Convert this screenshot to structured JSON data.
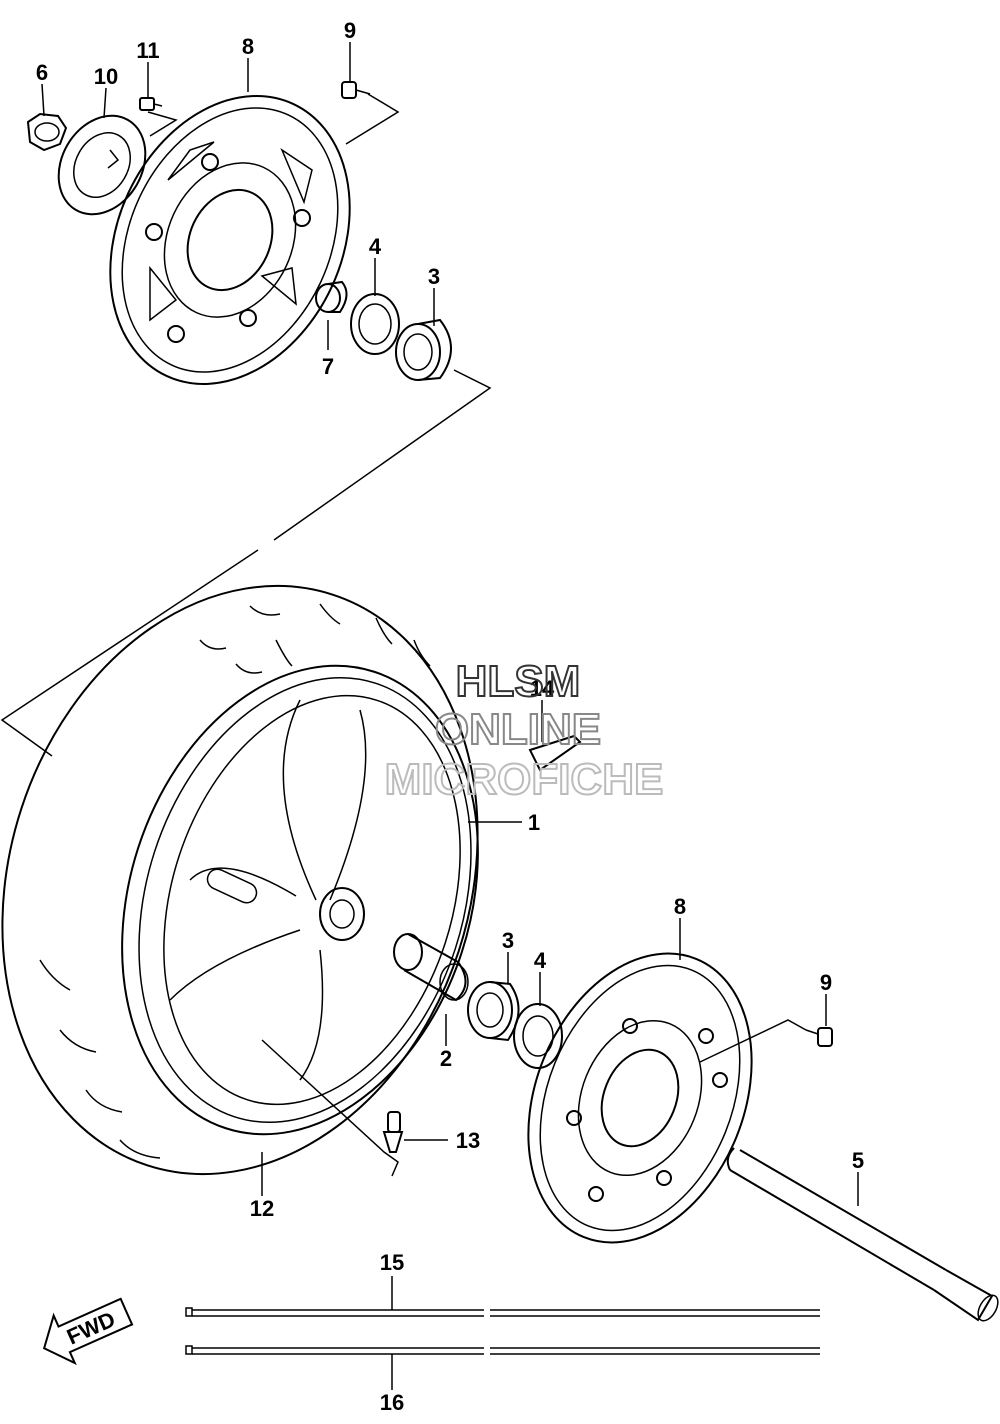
{
  "callouts": {
    "c6": "6",
    "c10": "10",
    "c11": "11",
    "c8_top": "8",
    "c9_top": "9",
    "c4_top": "4",
    "c3_top": "3",
    "c7": "7",
    "c14": "14",
    "c1": "1",
    "c8_bottom": "8",
    "c3_bottom": "3",
    "c4_bottom": "4",
    "c9_bottom": "9",
    "c2": "2",
    "c13": "13",
    "c5": "5",
    "c12": "12",
    "c15": "15",
    "c16": "16"
  },
  "watermark": {
    "line1": "HLSM",
    "line2": "ONLINE",
    "line3": "MICROFICHE"
  },
  "direction_badge": "FWD"
}
